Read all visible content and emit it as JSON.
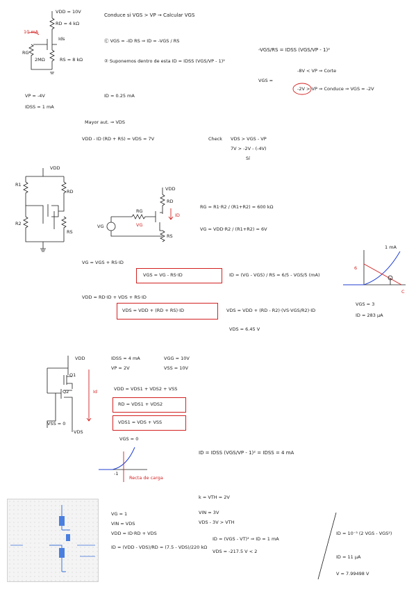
{
  "s1": {
    "vdd": "VDD = 10V",
    "rd": "RD = 4 kΩ",
    "ids": "Ids",
    "rg": "RG",
    "rg_val": "2MΩ",
    "rs": "RS = 8 kΩ",
    "red_note": "10 mA",
    "conducts": "Conduce si VGS > VP → Calcular VGS",
    "eq_c": "Ⓒ VGS = -ID RS ⇒ ID = -VGS / RS",
    "eq_2": "② Suponemos dentro de esta ID = IDSS (VGS/VP - 1)²",
    "eq_right": "-VGS/RS = IDSS (VGS/VP - 1)²",
    "vgs_opt1": "-8V < VP ⇒ Corte",
    "vgs_lbl": "VGS =",
    "vgs_opt2": "-2V > VP ⇒ Conduce ⇒ VGS = -2V",
    "vp": "VP = -4V",
    "idss": "IDSS = 1 mA",
    "id": "ID = 0.25 mA",
    "mayor": "Mayor aut. ⇒ VDS",
    "vds_eq": "VDD - ID (RD + RS) = VDS = 7V",
    "check_lbl": "Check",
    "check1": "VDS > VGS - VP",
    "check2": "7V > -2V - (-4V)",
    "check3": "Sí"
  },
  "s2": {
    "vdd": "VDD",
    "r1": "R1",
    "r2": "R2",
    "rd": "RD",
    "rs": "RS",
    "vdd2": "VDD",
    "rd2": "RD",
    "rs2": "RS",
    "rg": "RG",
    "vg": "VG",
    "red_vg": "VG",
    "id_red": "ID",
    "rg_eq": "RG = R1·R2 / (R1+R2) = 600 kΩ",
    "vg_eq": "VG = VDD·R2 / (R1+R2) = 6V",
    "kvl": "VG = VGS + RS·ID",
    "box1": "VGS = VG - RS·ID",
    "id_eq": "ID = (VG - VGS) / RS = 6/5 - VGS/5 (mA)",
    "vdd_eq": "VDD = RD·ID + VDS + RS·ID",
    "box2": "VDS = VDD + (RD + RS)·ID",
    "vds_eq2": "VDS = VDD + (RD - R2)·(VS·VGS/R2)·ID",
    "vds_val": "VDS = 6.45 V",
    "graph_top": "1 mA",
    "graph_6": "6",
    "graph_c": "C",
    "graph_vgs": "VGS = 3",
    "graph_id": "ID = 283 µA"
  },
  "s3": {
    "vdd": "VDD",
    "idss": "IDSS = 4 mA",
    "vp": "VP = 2V",
    "vgg": "VGG = 10V",
    "vss": "VSS = 10V",
    "q1": "Q1",
    "q2": "Q2",
    "vss0": "VSS = 0",
    "vds_lbl": "VDS",
    "id_lbl": "Id",
    "kvl": "VDD = VDS1 + VDS2 + VSS",
    "box1": "RD = VDS1 + VDS2",
    "box2": "VDS1 = VDS + VSS",
    "vgs0": "VGS = 0",
    "formula": "ID = IDSS (VGS/VP - 1)² = IDSS = 4 mA",
    "minus": "-1",
    "recta": "Recta de carga"
  },
  "s4": {
    "k": "k = VTH = 2V",
    "vg": "VG = 1",
    "vin": "VIN = VDS",
    "vdd": "VDD = ID·RD + VDS",
    "id": "ID = (VDD - VDS)/RD = (7.5 - VDS)/220 kΩ",
    "vin2": "VIN = 3V",
    "cond": "VDS - 3V > VTH",
    "id_eq": "ID = (VGS - VT)² ⇒ ID = 1 mA",
    "vds": "VDS = -217.5 V < 2",
    "id_right": "ID = 10⁻³ (2 VGS - VGS²)",
    "id_val": "ID = 11 µA",
    "v_val": "V = 7.99498 V"
  }
}
